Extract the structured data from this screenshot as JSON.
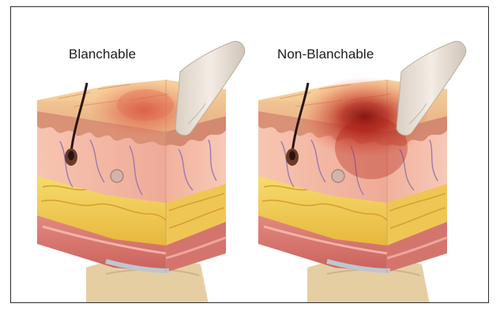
{
  "diagram": {
    "panels": [
      {
        "label": "Blanchable",
        "redness": "diffuse"
      },
      {
        "label": "Non-Blanchable",
        "redness": "deep"
      }
    ],
    "colors": {
      "skin_top": "#f0c08e",
      "epidermis": "#d99b78",
      "dermis": "#f4b7a6",
      "fat": "#f2cf55",
      "muscle": "#d9736b",
      "bone": "#e9d3a9",
      "finger": "#efe6dc",
      "redness": "#c81e14",
      "hair": "#2a1410"
    }
  }
}
